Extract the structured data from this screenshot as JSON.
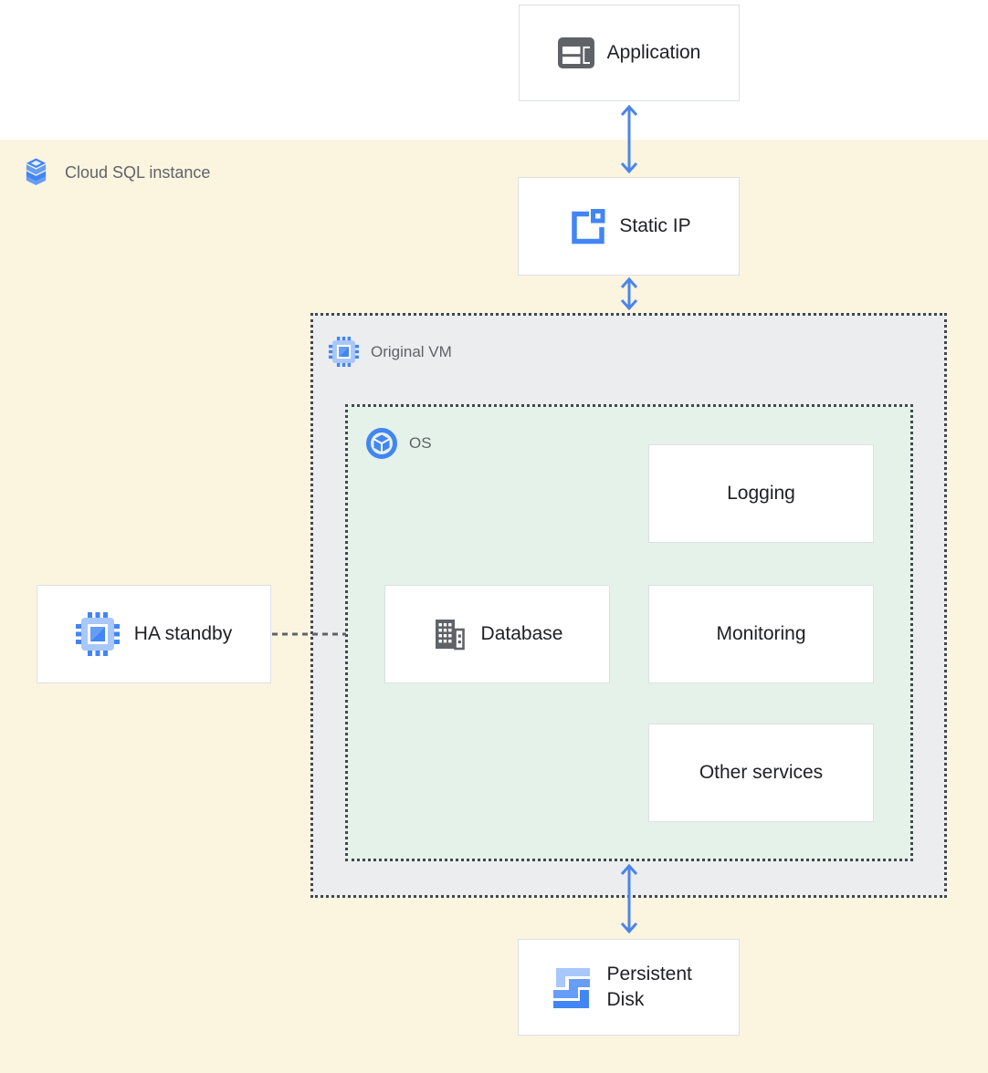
{
  "diagram": {
    "region_label": {
      "text": "Cloud SQL instance",
      "icon": "cloud-sql-icon"
    },
    "containers": {
      "original_vm": {
        "label": "Original VM",
        "icon": "compute-engine-icon",
        "fill": "#EBEDEF"
      },
      "os": {
        "label": "OS",
        "icon": "os-icon",
        "fill": "#E5F2EA"
      }
    },
    "nodes": {
      "application": {
        "label": "Application",
        "icon": "application-window-icon"
      },
      "static_ip": {
        "label": "Static IP",
        "icon": "static-ip-icon"
      },
      "logging": {
        "label": "Logging",
        "icon": null
      },
      "database": {
        "label": "Database",
        "icon": "database-building-icon"
      },
      "monitoring": {
        "label": "Monitoring",
        "icon": null
      },
      "other_services": {
        "label": "Other services",
        "icon": null
      },
      "ha_standby": {
        "label": "HA standby",
        "icon": "compute-engine-icon"
      },
      "persistent_disk": {
        "label": "Persistent Disk",
        "icon": "persistent-disk-icon"
      }
    },
    "edges": [
      {
        "from": "application",
        "to": "static_ip",
        "style": "double-arrow"
      },
      {
        "from": "static_ip",
        "to": "original_vm",
        "style": "double-arrow"
      },
      {
        "from": "os",
        "to": "persistent_disk",
        "style": "double-arrow"
      },
      {
        "from": "ha_standby",
        "to": "os",
        "style": "dashed-line"
      }
    ],
    "colors": {
      "band_background": "#FBF5E0",
      "arrow_blue": "#4C84EE",
      "google_blue": "#4285F4",
      "medium_blue": "#669DF6",
      "light_blue": "#A8C7FA",
      "vm_fill": "#EBEDEF",
      "os_fill": "#E5F2EA",
      "dotted_border": "#44474B",
      "node_border": "#DDE0E4",
      "node_text": "#202124",
      "muted_text": "#5F6368",
      "gray_icon": "#5F6368"
    }
  }
}
